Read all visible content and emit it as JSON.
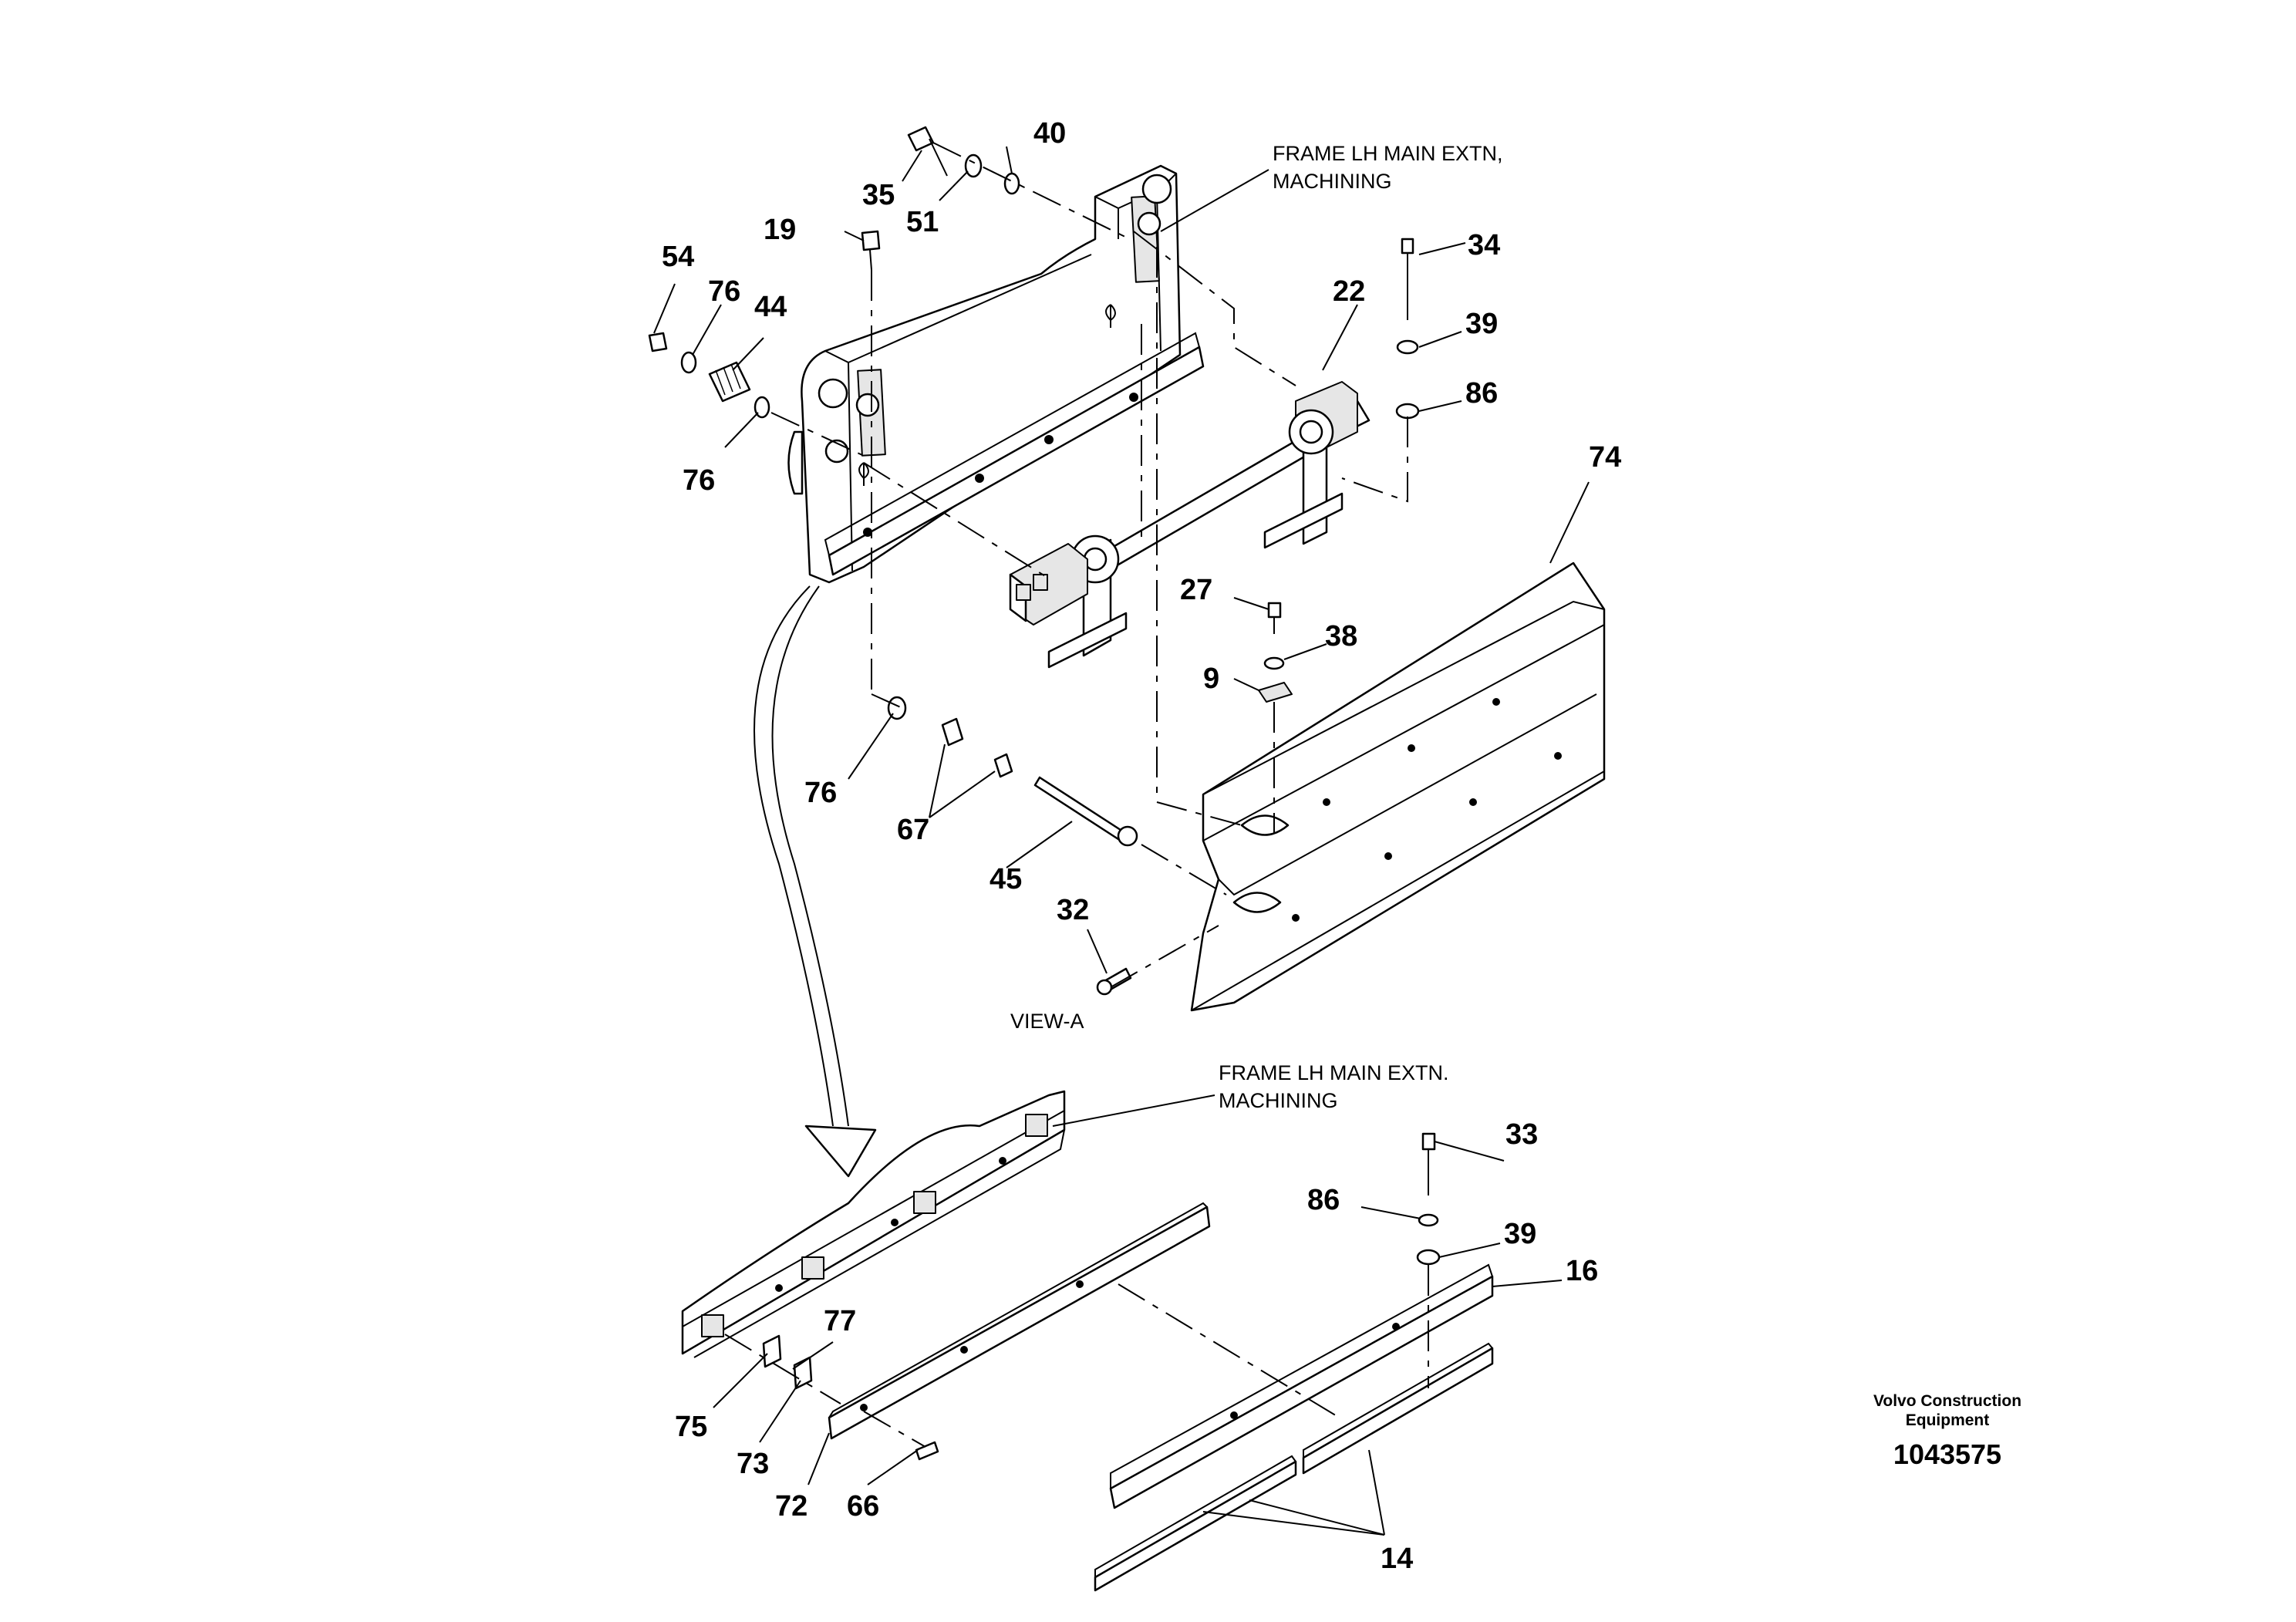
{
  "diagram": {
    "captions": {
      "frame_top": [
        "FRAME LH MAIN EXTN,",
        "MACHINING"
      ],
      "frame_bottom": [
        "FRAME LH MAIN EXTN.",
        "MACHINING"
      ],
      "view": "VIEW-A"
    },
    "callouts": {
      "c35": "35",
      "c40": "40",
      "c51": "51",
      "c19": "19",
      "c54": "54",
      "c76a": "76",
      "c44": "44",
      "c76b": "76",
      "c34": "34",
      "c22": "22",
      "c39a": "39",
      "c86a": "86",
      "c74": "74",
      "c27": "27",
      "c38": "38",
      "c9": "9",
      "c76c": "76",
      "c67": "67",
      "c45": "45",
      "c32": "32",
      "c33": "33",
      "c86b": "86",
      "c39b": "39",
      "c16": "16",
      "c77": "77",
      "c75": "75",
      "c73": "73",
      "c72": "72",
      "c66": "66",
      "c14": "14"
    },
    "footer": {
      "brand_line1": "Volvo Construction",
      "brand_line2": "Equipment",
      "doc_number": "1043575"
    }
  }
}
